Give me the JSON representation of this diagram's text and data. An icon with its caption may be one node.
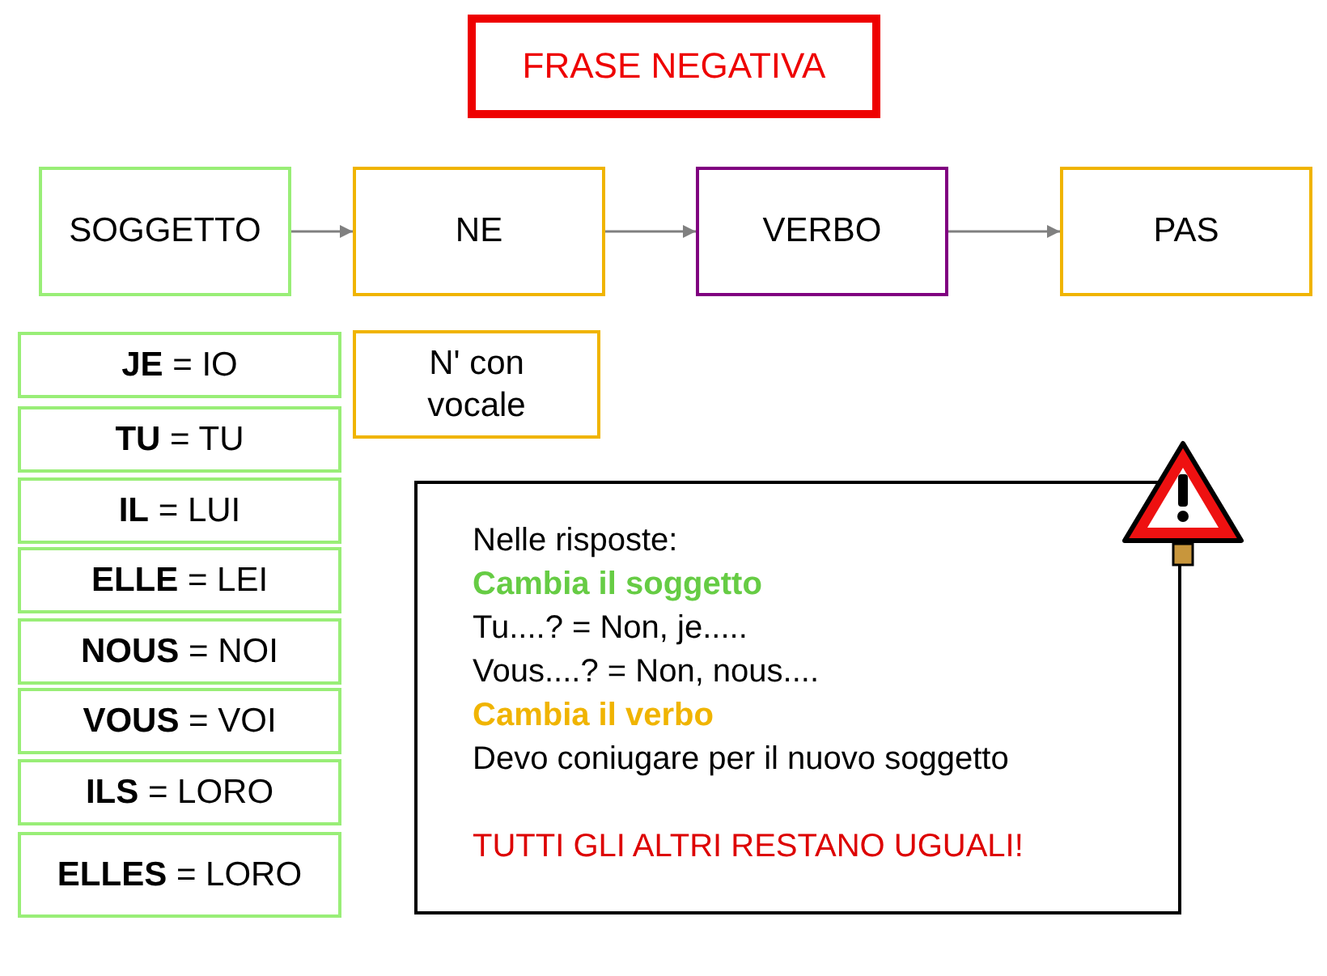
{
  "diagram": {
    "nodes": [
      {
        "text": [
          "FRASE NEGATIVA"
        ]
      },
      {
        "text": [
          "SOGGETTO"
        ]
      },
      {
        "text": [
          "NE"
        ]
      },
      {
        "text": [
          "VERBO"
        ]
      },
      {
        "text": [
          "PAS"
        ]
      },
      {
        "text": [
          "N' con vocale"
        ]
      },
      {
        "text": [
          "**JE** = IO"
        ]
      },
      {
        "text": [
          "**TU** = TU"
        ]
      },
      {
        "text": [
          "**IL** = LUI"
        ]
      },
      {
        "text": [
          "**ELLE** = LEI"
        ]
      },
      {
        "text": [
          "**NOUS** = NOI"
        ]
      },
      {
        "text": [
          "**VOUS** = VOI"
        ]
      },
      {
        "text": [
          "**ILS** = LORO"
        ]
      },
      {
        "text": [
          "**ELLES** = LORO"
        ]
      },
      {
        "text": [
          "Nelle risposte:",
          "Cambia il soggetto",
          "Tu....? = Non, je.....",
          "Vous....? = Non, nous....",
          "Cambia il verbo",
          "Devo coniugare per il nuovo soggetto",
          "TUTTI GLI ALTRI RESTANO UGUALI!"
        ]
      }
    ],
    "edges": [
      {
        "from": 1,
        "to": 2,
        "arrow": "to"
      },
      {
        "from": 2,
        "to": 3,
        "arrow": "to"
      },
      {
        "from": 3,
        "to": 4,
        "arrow": "to"
      }
    ]
  }
}
